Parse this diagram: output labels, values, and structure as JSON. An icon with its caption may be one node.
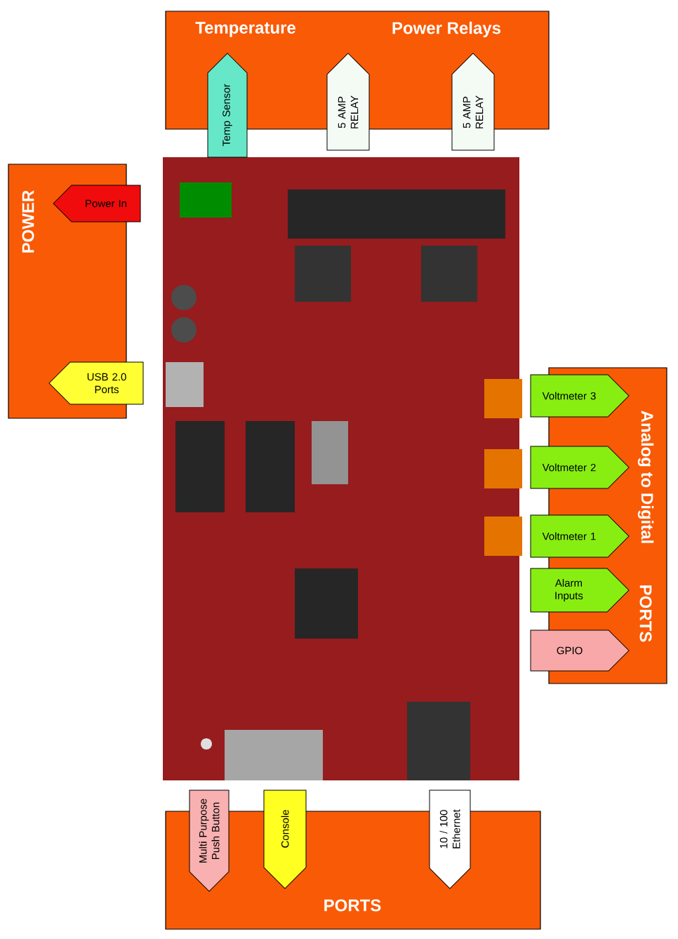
{
  "diagram": {
    "nodes": [
      {
        "text": [
          "Temperature",
          "Power Relays"
        ]
      },
      {
        "text": [
          "Temp Sensor"
        ]
      },
      {
        "text": [
          "5 AMP RELAY"
        ]
      },
      {
        "text": [
          "5 AMP RELAY"
        ]
      },
      {
        "text": [
          "POWER"
        ]
      },
      {
        "text": [
          "Power In"
        ]
      },
      {
        "text": [
          "USB 2.0 Ports"
        ]
      },
      {
        "text": [
          "Analog to Digital",
          "PORTS"
        ]
      },
      {
        "text": [
          "Voltmeter 3"
        ]
      },
      {
        "text": [
          "Voltmeter 2"
        ]
      },
      {
        "text": [
          "Voltmeter 1"
        ]
      },
      {
        "text": [
          "Alarm Inputs"
        ]
      },
      {
        "text": [
          "GPIO"
        ]
      },
      {
        "text": [
          "Multi Purpose Push Button"
        ]
      },
      {
        "text": [
          "Console"
        ]
      },
      {
        "text": [
          "10 / 100 Ethernet"
        ]
      },
      {
        "text": [
          "PORTS"
        ]
      }
    ]
  }
}
